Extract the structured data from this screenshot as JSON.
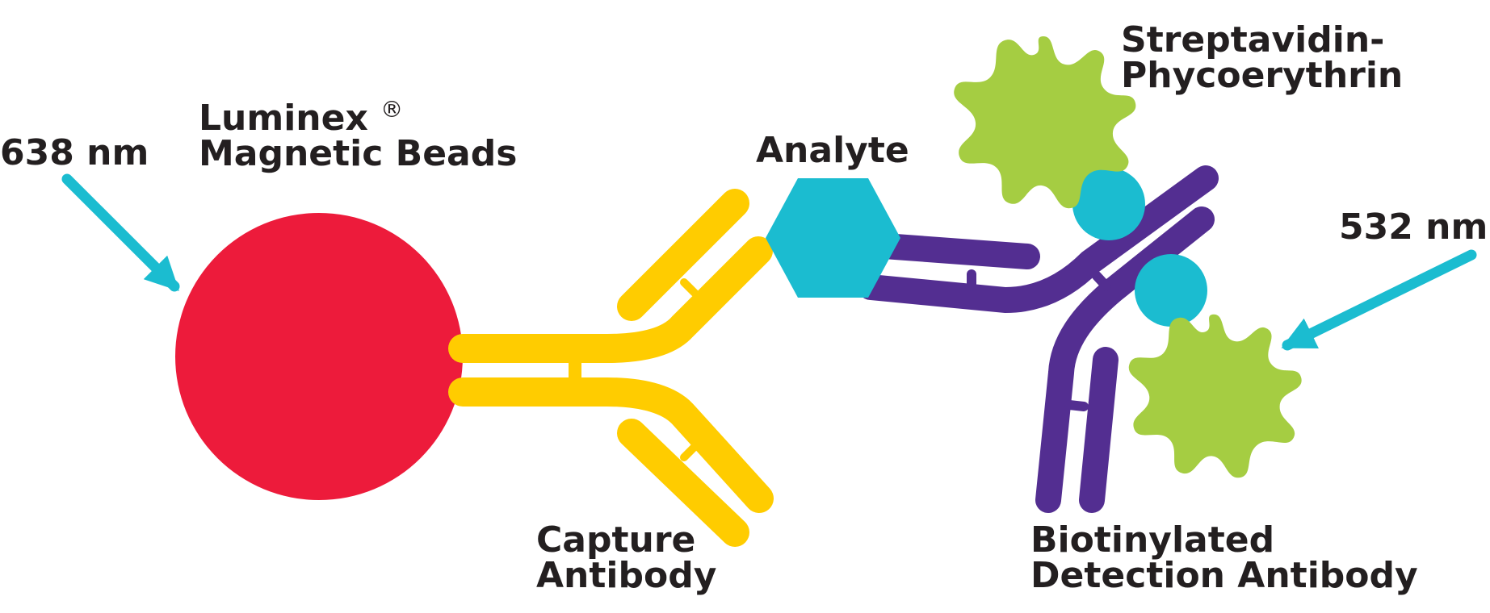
{
  "colors": {
    "bead": "#ED1B3B",
    "capture_antibody": "#FFCC00",
    "analyte": "#1BBCD0",
    "detection_antibody": "#532E91",
    "streptavidin_pe": "#A5CD42",
    "biotin": "#1BBCD0",
    "laser_arrow": "#1BBCD0",
    "text": "#231F20"
  },
  "labels": {
    "laser_left": "638 nm",
    "laser_right": "532 nm",
    "beads_line1": "Luminex",
    "beads_mark": "®",
    "beads_line2": "Magnetic Beads",
    "analyte": "Analyte",
    "capture_line1": "Capture",
    "capture_line2": "Antibody",
    "sape_line1": "Streptavidin-",
    "sape_line2": "Phycoerythrin",
    "detection_line1": "Biotinylated",
    "detection_line2": "Detection Antibody"
  }
}
